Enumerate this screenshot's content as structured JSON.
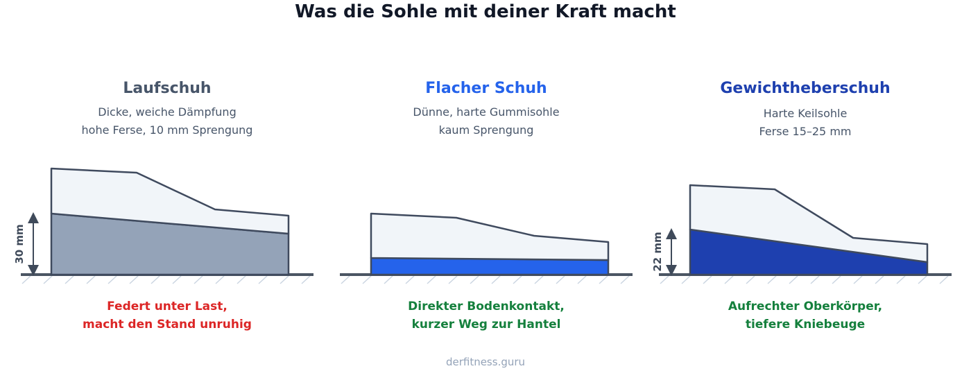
{
  "title": "Was die Sohle mit deiner Kraft macht",
  "footer": "derfitness.guru",
  "colors": {
    "upper_fill": "#f1f5f9",
    "outline": "#3f4a5e",
    "ground": "#4b5563",
    "hatch": "#cbd5e1",
    "bad": "#dc2626",
    "good": "#15803d"
  },
  "shoes": [
    {
      "name": "Laufschuh",
      "name_color": "#475569",
      "desc_line1": "Dicke, weiche Dämpfung",
      "desc_line2": "hohe Ferse, 10 mm Sprengung",
      "sole_color": "#94a3b8",
      "dimension": "30 mm",
      "verdict_line1": "Federt unter Last,",
      "verdict_line2": "macht den Stand unruhig",
      "verdict_color": "#dc2626"
    },
    {
      "name": "Flacher Schuh",
      "name_color": "#2563eb",
      "desc_line1": "Dünne, harte Gummisohle",
      "desc_line2": "kaum Sprengung",
      "sole_color": "#2563eb",
      "dimension": "",
      "verdict_line1": "Direkter Bodenkontakt,",
      "verdict_line2": "kurzer Weg zur Hantel",
      "verdict_color": "#15803d"
    },
    {
      "name": "Gewichtheberschuh",
      "name_color": "#1e40af",
      "desc_line1": "Harte Keilsohle",
      "desc_line2": "Ferse 15–25 mm",
      "sole_color": "#1e40af",
      "dimension": "22 mm",
      "verdict_line1": "Aufrechter Oberkörper,",
      "verdict_line2": "tiefere Kniebeuge",
      "verdict_color": "#15803d"
    }
  ]
}
